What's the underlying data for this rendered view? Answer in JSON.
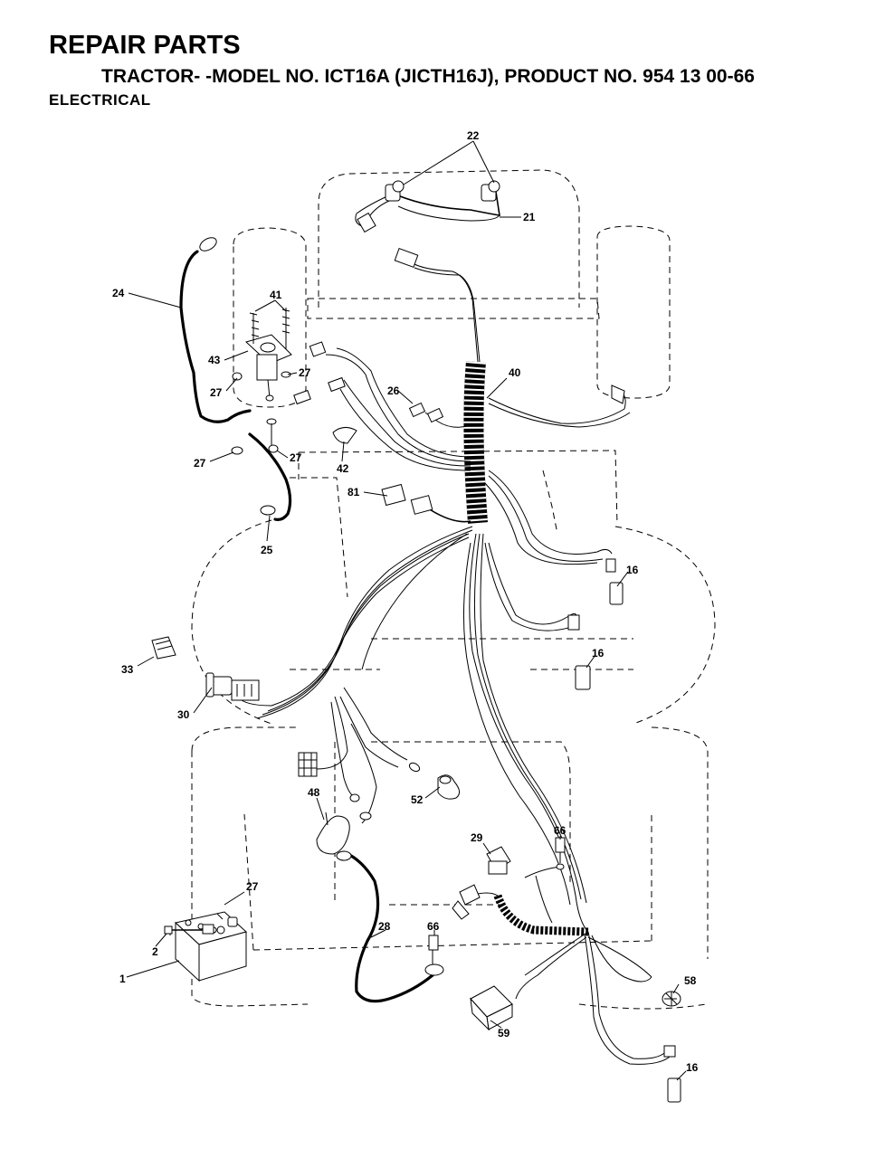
{
  "header": {
    "title": "REPAIR PARTS",
    "model_line": "TRACTOR- -MODEL NO. ICT16A (JICTH16J), PRODUCT NO. 954 13 00-66",
    "section": "ELECTRICAL"
  },
  "callouts": {
    "c1": "1",
    "c2": "2",
    "c16a": "16",
    "c16b": "16",
    "c16c": "16",
    "c21": "21",
    "c22": "22",
    "c24": "24",
    "c25": "25",
    "c26": "26",
    "c27a": "27",
    "c27b": "27",
    "c27c": "27",
    "c27d": "27",
    "c27e": "27",
    "c28": "28",
    "c29": "29",
    "c30": "30",
    "c33": "33",
    "c40": "40",
    "c41": "41",
    "c42": "42",
    "c43": "43",
    "c48": "48",
    "c52": "52",
    "c58": "58",
    "c59": "59",
    "c66a": "66",
    "c66b": "66",
    "c81": "81"
  }
}
